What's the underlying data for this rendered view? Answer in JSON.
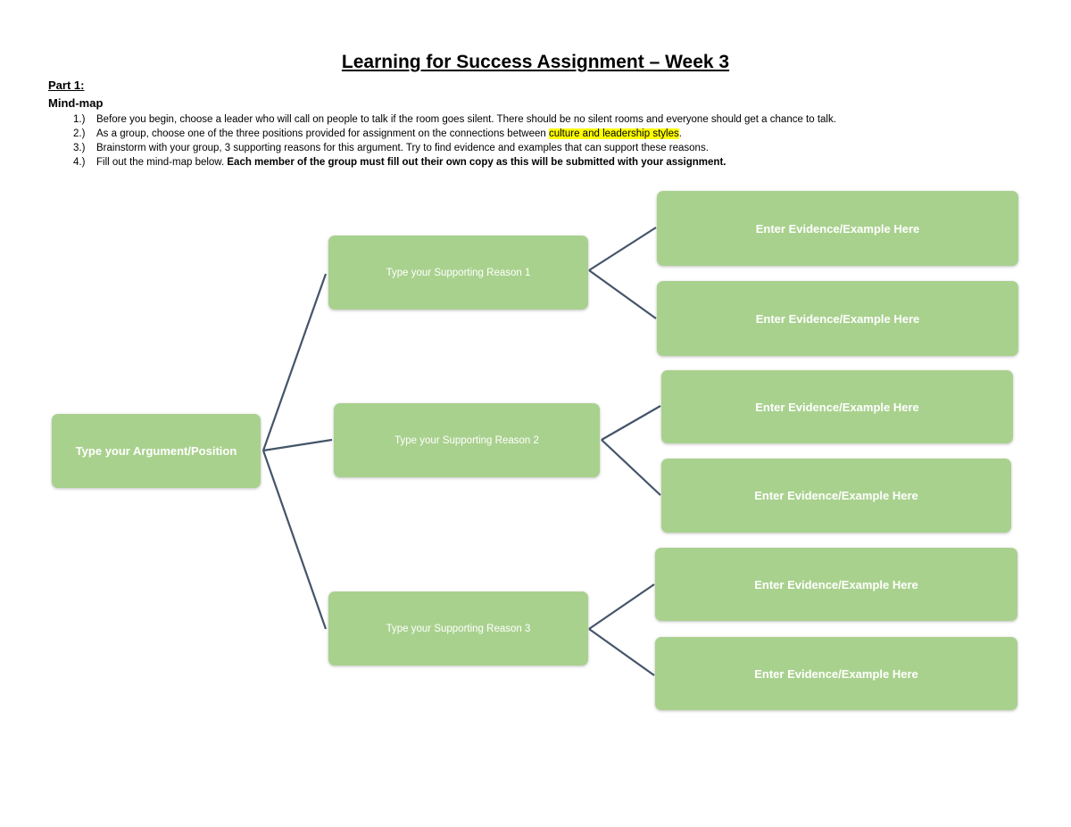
{
  "document": {
    "title": "Learning for Success Assignment – Week 3",
    "part_label": "Part 1:",
    "section_label": "Mind-map",
    "steps": [
      {
        "num": "1.)",
        "text": "Before you begin, choose a leader who will call on people to talk if the room goes silent.  There should be no silent rooms and everyone should get a chance to talk."
      },
      {
        "num": "2.)",
        "text_before": "As a group, choose one of the three positions provided for assignment on the connections between ",
        "highlight": "culture and leadership styles",
        "text_after": "."
      },
      {
        "num": "3.)",
        "text": "Brainstorm with your group, 3 supporting reasons for this argument.  Try to find evidence and examples that can support these reasons."
      },
      {
        "num": "4.)",
        "text_before": "Fill out the mind-map below.  ",
        "bold": "Each member of the group must fill out their own copy as this will be submitted with your assignment."
      }
    ]
  },
  "mindmap": {
    "argument": "Type your Argument/Position",
    "reasons": [
      "Type your Supporting Reason 1",
      "Type your Supporting Reason 2",
      "Type your Supporting Reason 3"
    ],
    "evidence": [
      "Enter Evidence/Example Here",
      "Enter Evidence/Example Here",
      "Enter Evidence/Example Here",
      "Enter Evidence/Example Here",
      "Enter Evidence/Example Here",
      "Enter Evidence/Example Here"
    ]
  },
  "colors": {
    "box_fill": "#a9d18e",
    "connector": "#44546a",
    "highlight": "#ffff00"
  }
}
